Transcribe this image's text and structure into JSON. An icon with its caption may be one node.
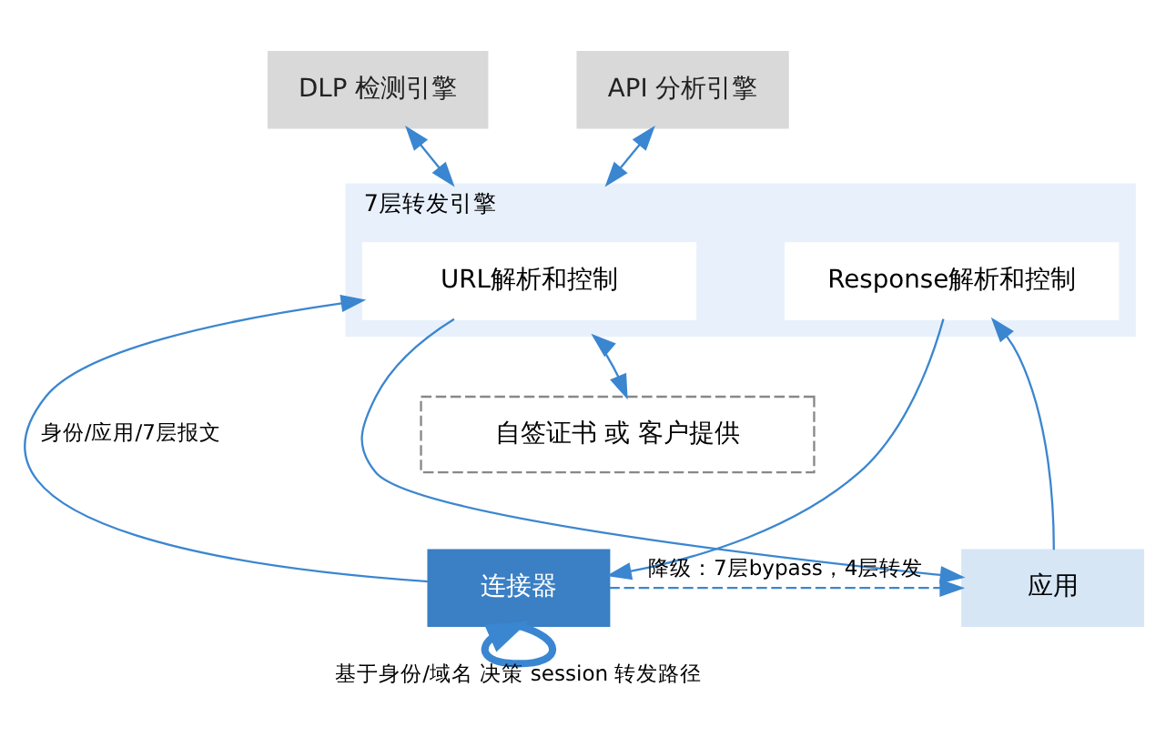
{
  "diagram": {
    "nodes": [
      {
        "text": [
          "DLP 检测引擎"
        ]
      },
      {
        "text": [
          "API 分析引擎"
        ]
      },
      {
        "text": [
          "7层转发引擎"
        ]
      },
      {
        "text": [
          "URL解析和控制"
        ],
        "in": 2
      },
      {
        "text": [
          "Response解析和控制"
        ],
        "in": 2
      },
      {
        "text": [
          "自签证书 或 客户提供"
        ]
      },
      {
        "text": [
          "连接器"
        ]
      },
      {
        "text": [
          "应用"
        ]
      }
    ],
    "edges": [
      {
        "from": 0,
        "to": 2,
        "arrow": "both"
      },
      {
        "from": 1,
        "to": 2,
        "arrow": "both"
      },
      {
        "from": 6,
        "to": 3,
        "arrow": "to",
        "label": "身份/应用/7层报文"
      },
      {
        "from": 3,
        "to": 7,
        "arrow": "to"
      },
      {
        "from": 7,
        "to": 4,
        "arrow": "to"
      },
      {
        "from": 4,
        "to": 6,
        "arrow": "to"
      },
      {
        "from": 2,
        "to": 5,
        "arrow": "both"
      },
      {
        "from": 6,
        "to": 7,
        "arrow": "to",
        "style": "dashed",
        "label": "降级：7层bypass，4层转发"
      },
      {
        "from": 6,
        "to": 6,
        "arrow": "to",
        "style": "thick",
        "label": "基于身份/域名 决策 session 转发路径"
      }
    ]
  }
}
